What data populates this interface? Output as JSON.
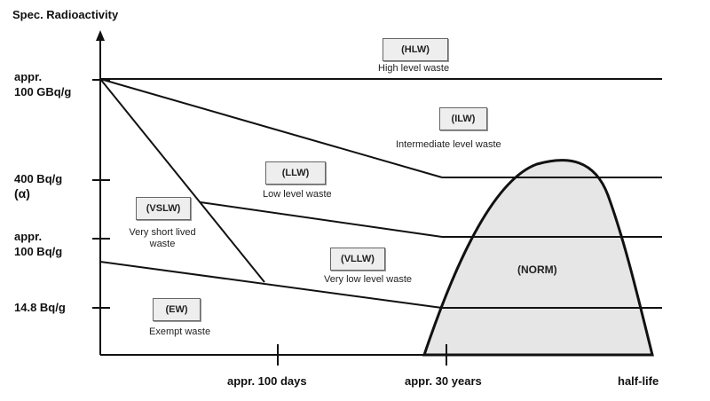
{
  "y_axis": {
    "title": "Spec. Radioactivity",
    "ticks": [
      {
        "lines": [
          "appr.",
          "100 GBq/g"
        ]
      },
      {
        "lines": [
          "400 Bq/g",
          "(α)"
        ]
      },
      {
        "lines": [
          "appr.",
          "100 Bq/g"
        ]
      },
      {
        "lines": [
          "14.8 Bq/g"
        ]
      }
    ]
  },
  "x_axis": {
    "title": "half-life",
    "ticks": [
      "appr. 100 days",
      "appr. 30 years"
    ]
  },
  "categories": [
    {
      "code": "(HLW)",
      "name": "High level waste"
    },
    {
      "code": "(ILW)",
      "name": "Intermediate level waste"
    },
    {
      "code": "(LLW)",
      "name": "Low level waste"
    },
    {
      "code": "(VSLW)",
      "name": "Very short lived waste"
    },
    {
      "code": "(VLLW)",
      "name": "Very low level waste"
    },
    {
      "code": "(EW)",
      "name": "Exempt waste"
    },
    {
      "code": "(NORM)",
      "name": ""
    }
  ],
  "colors": {
    "norm_fill": "#e6e6e6",
    "line": "#111111"
  }
}
